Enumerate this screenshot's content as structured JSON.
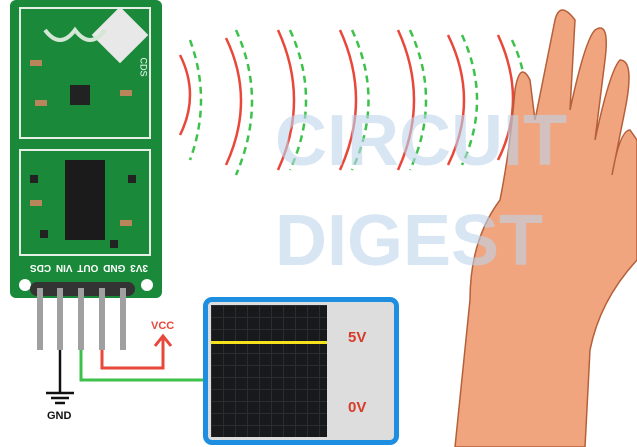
{
  "watermark": {
    "line1": "CIRCUIT",
    "line2": "DIGEST"
  },
  "module": {
    "pin_labels": "3V3 GND OUT VIN CDS",
    "chip_label": "CDS"
  },
  "labels": {
    "vcc": "VCC",
    "gnd": "GND"
  },
  "scope": {
    "high": "5V",
    "low": "0V"
  },
  "colors": {
    "board": "#1a8a3a",
    "vcc_wire": "#e8473a",
    "out_wire": "#3cc24a",
    "scope_border": "#1e8fe0",
    "signal": "#f4e21c",
    "skin": "#f0a57e"
  }
}
